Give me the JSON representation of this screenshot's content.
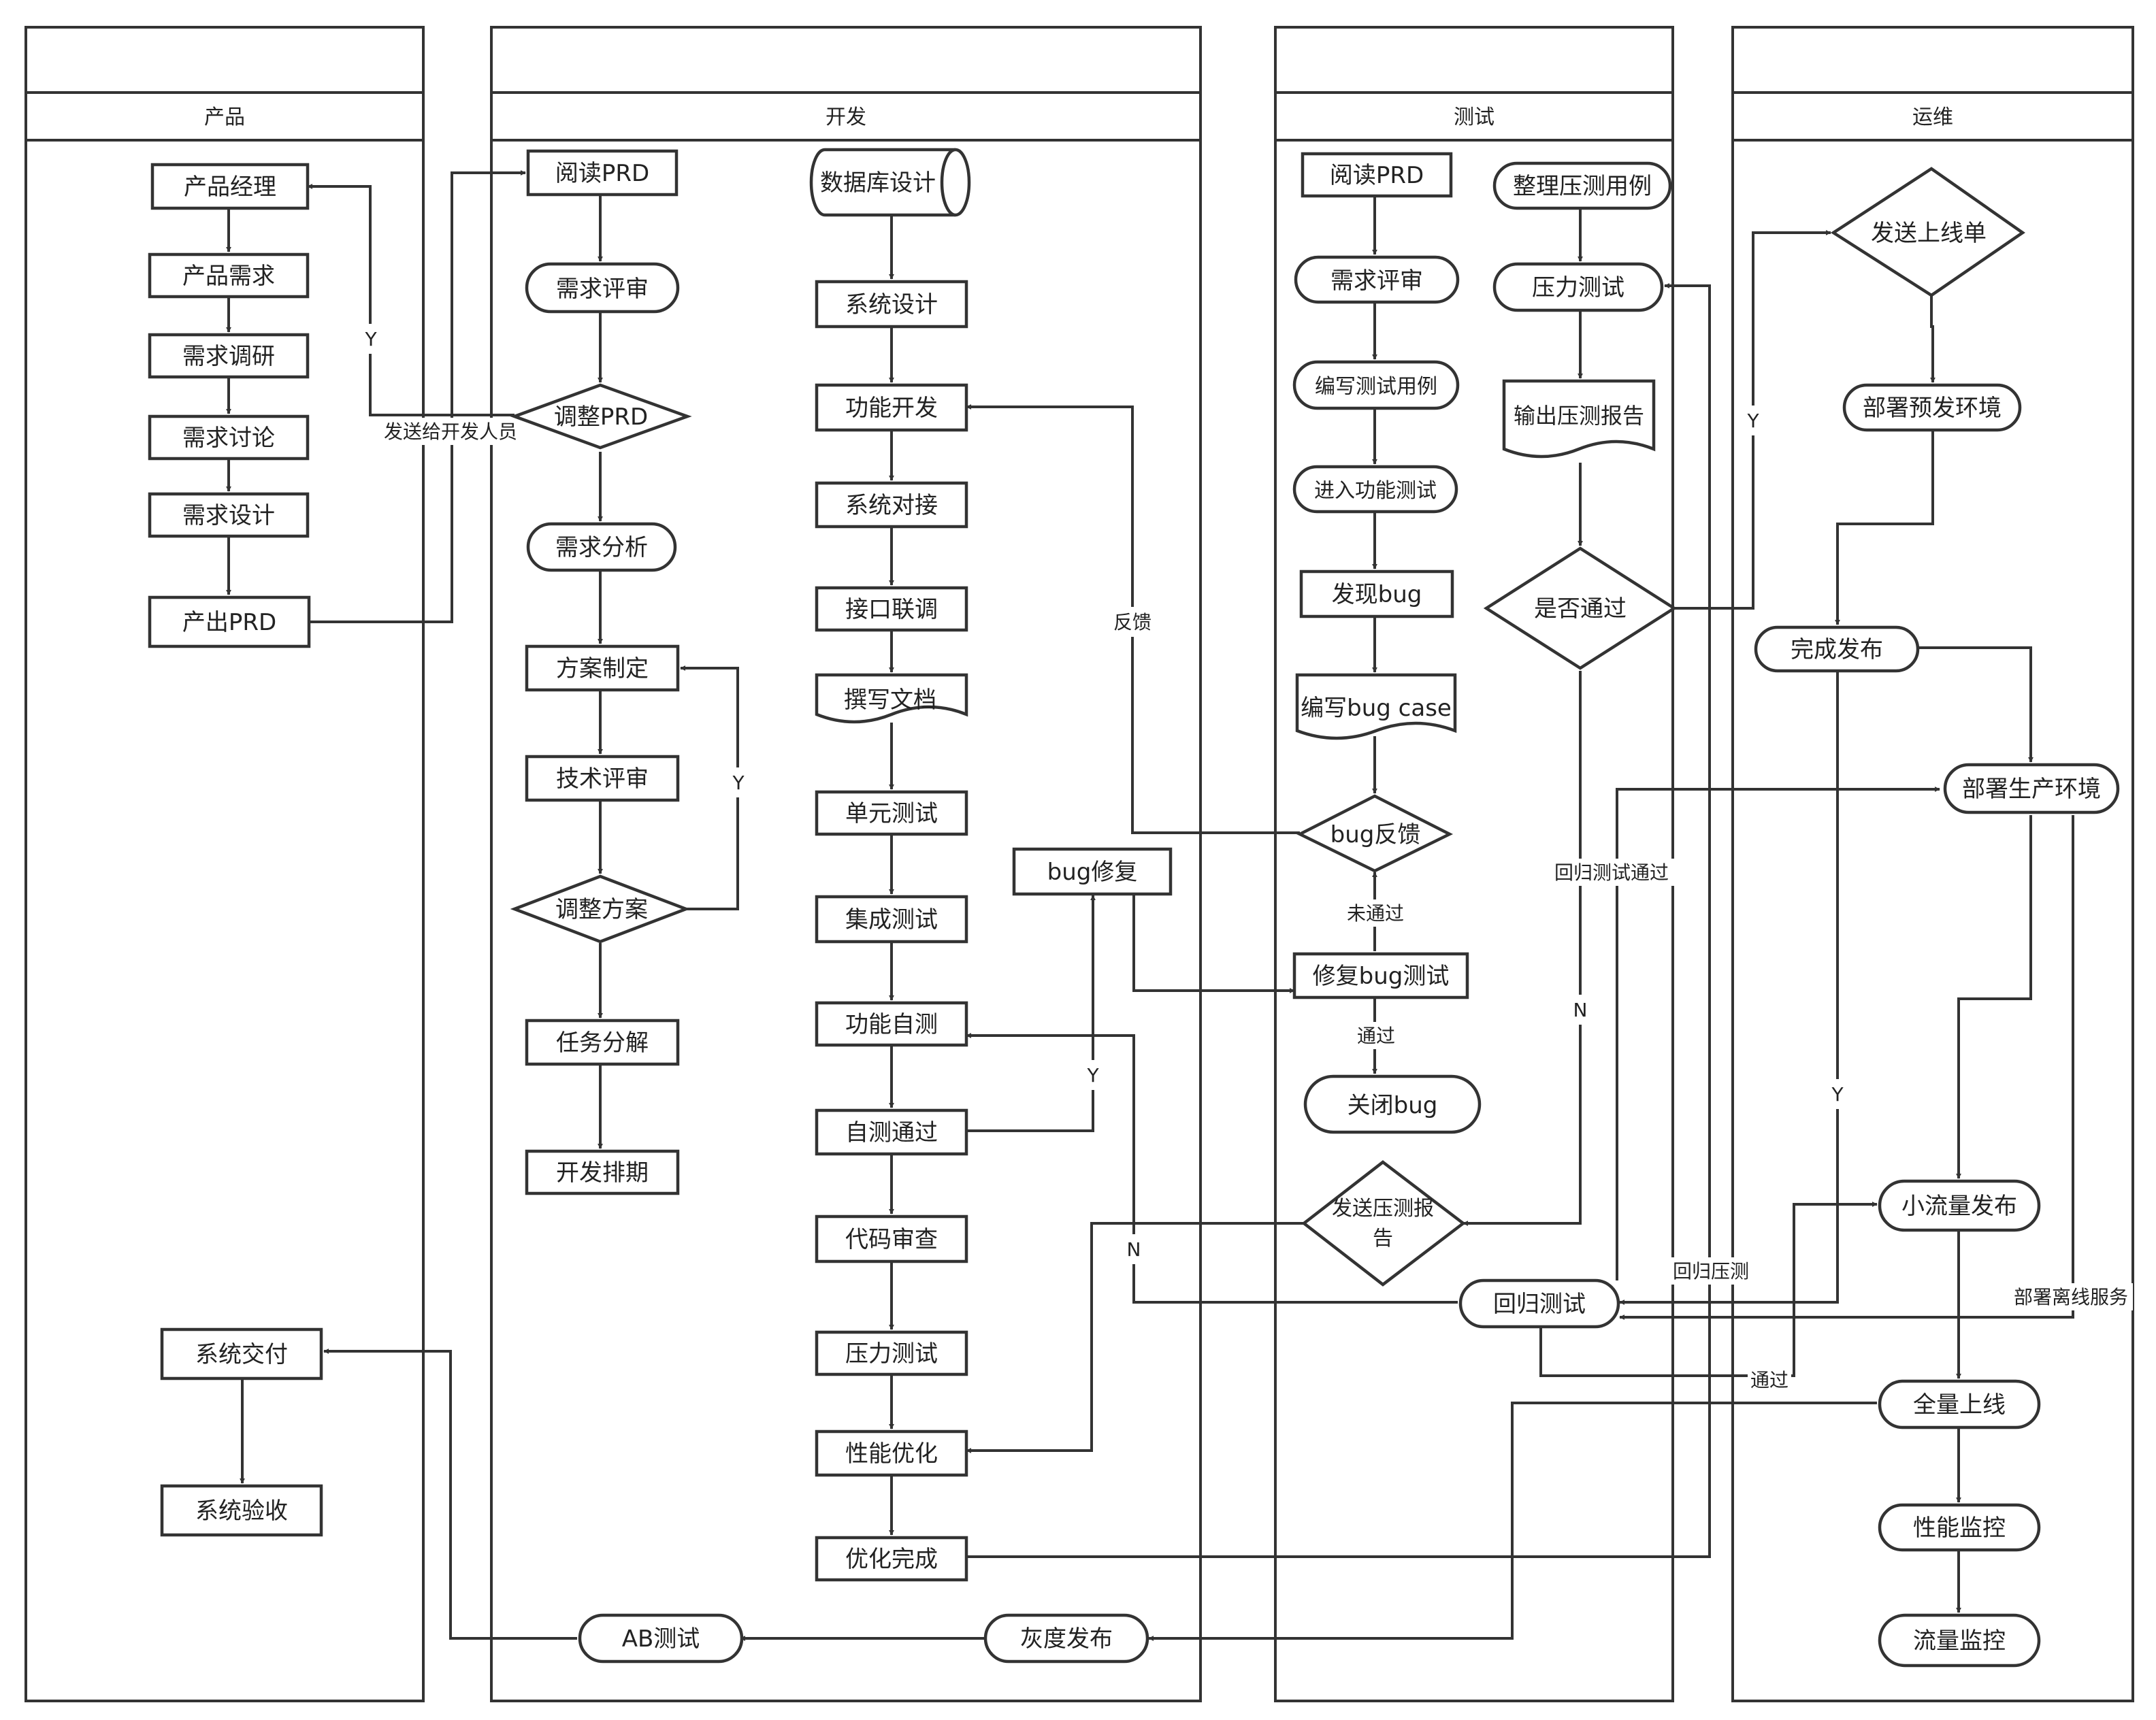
{
  "lanes": {
    "product": "产品",
    "dev": "开发",
    "test": "测试",
    "ops": "运维"
  },
  "nodes": {
    "pm": "产品经理",
    "req": "产品需求",
    "research": "需求调研",
    "discuss": "需求讨论",
    "design": "需求设计",
    "prd_out": "产出PRD",
    "deliver": "系统交付",
    "accept": "系统验收",
    "d_read": "阅读PRD",
    "d_review": "需求评审",
    "d_adjust": "调整PRD",
    "d_analysis": "需求分析",
    "d_plan": "方案制定",
    "d_techreview": "技术评审",
    "d_adjplan": "调整方案",
    "d_task": "任务分解",
    "d_schedule": "开发排期",
    "db": "数据库设计",
    "sysdesign": "系统设计",
    "funcdev": "功能开发",
    "sysjoin": "系统对接",
    "api": "接口联调",
    "doc": "撰写文档",
    "unit": "单元测试",
    "integ": "集成测试",
    "selftest": "功能自测",
    "selfpass": "自测通过",
    "codereview": "代码审查",
    "d_stress": "压力测试",
    "perfopt": "性能优化",
    "optdone": "优化完成",
    "bugfix": "bug修复",
    "ab": "AB测试",
    "gray": "灰度发布",
    "t_read": "阅读PRD",
    "t_review": "需求评审",
    "t_cases": "编写测试用例",
    "t_func": "进入功能测试",
    "t_bug": "发现bug",
    "t_case": "编写bug case",
    "t_feedback": "bug反馈",
    "t_fixtest": "修复bug测试",
    "t_close": "关闭bug",
    "t_sendreport": "发送压测报告",
    "t_organize": "整理压测用例",
    "t_stress": "压力测试",
    "t_report": "输出压测报告",
    "t_pass": "是否通过",
    "t_regress": "回归测试",
    "o_send": "发送上线单",
    "o_pre": "部署预发环境",
    "o_done": "完成发布",
    "o_prod": "部署生产环境",
    "o_small": "小流量发布",
    "o_full": "全量上线",
    "o_perf": "性能监控",
    "o_traffic": "流量监控"
  },
  "edge_labels": {
    "y1": "Y",
    "send_dev": "发送给开发人员",
    "y2": "Y",
    "feedback": "反馈",
    "y3": "Y",
    "n1": "N",
    "not_pass": "未通过",
    "pass": "通过",
    "y4": "Y",
    "regress_pass": "回归测试通过",
    "n2": "N",
    "y5": "Y",
    "regress_stress": "回归压测",
    "offline": "部署离线服务",
    "pass2": "通过"
  }
}
